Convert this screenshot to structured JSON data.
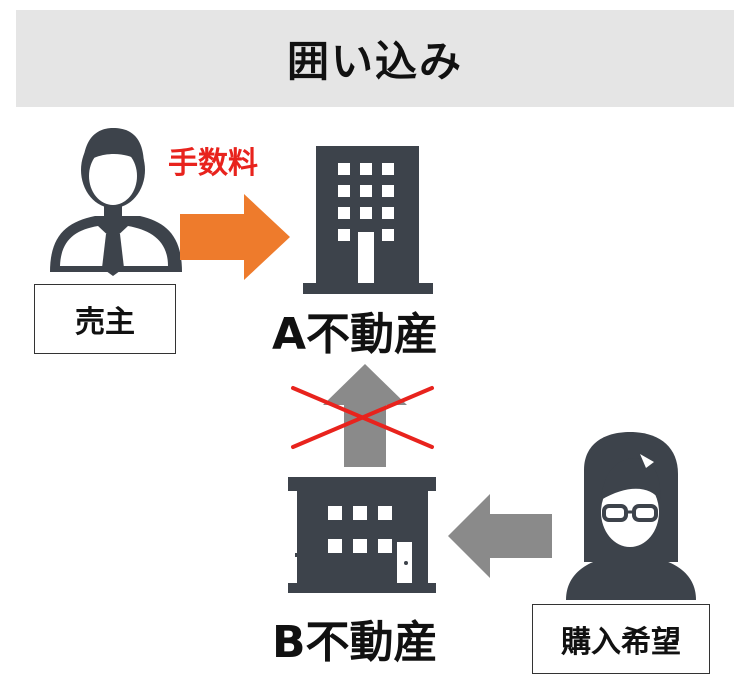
{
  "title": "囲い込み",
  "fee_label": "手数料",
  "seller_label": "売主",
  "company_a_label": "A不動産",
  "company_b_label": "B不動産",
  "buyer_label": "購入希望",
  "colors": {
    "title_bg": "#e5e5e5",
    "icon": "#3d434b",
    "fee_arrow": "#ee7b2c",
    "gray_arrow": "#8a8a8a",
    "cross": "#e8231d",
    "fee_text": "#e8231d"
  },
  "icons": [
    "businessman-icon",
    "office-building-icon",
    "store-building-icon",
    "woman-with-glasses-icon"
  ]
}
